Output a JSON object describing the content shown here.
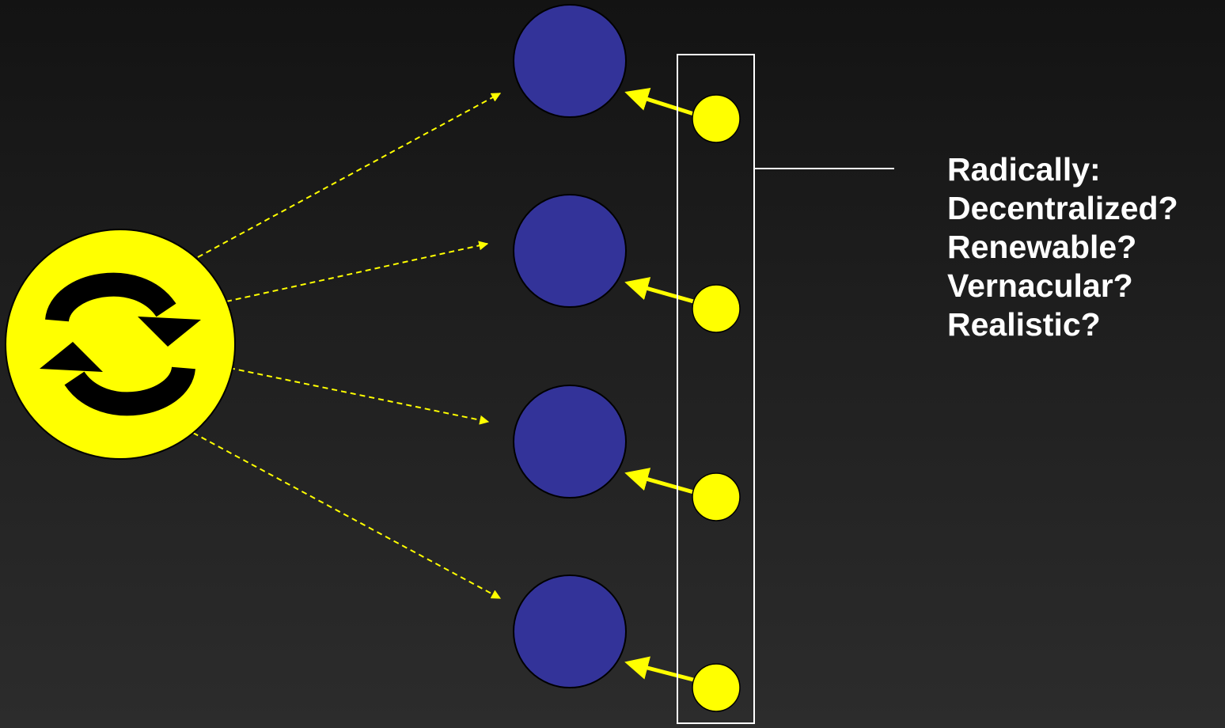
{
  "annotation": {
    "heading": "Radically:",
    "items": [
      "Decentralized?",
      "Renewable?",
      "Vernacular?",
      "Realistic?"
    ]
  },
  "colors": {
    "accent_yellow": "#ffff00",
    "node_blue": "#333399",
    "frame_white": "#ffffff",
    "arrow_black": "#000000"
  },
  "icons": {
    "hub": "refresh-cycle-icon"
  },
  "node_count": 4
}
